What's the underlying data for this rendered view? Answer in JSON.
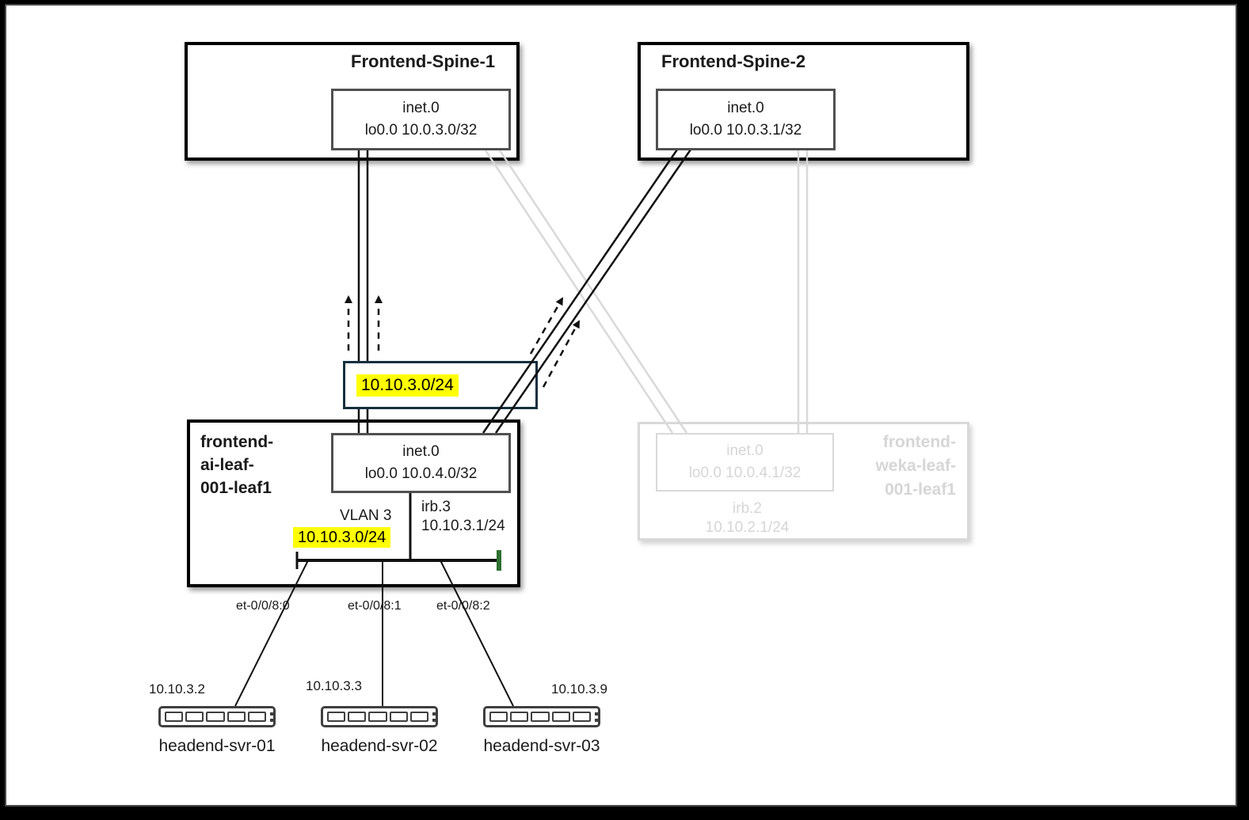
{
  "diagram": {
    "spine1": {
      "title": "Frontend-Spine-1",
      "table": "inet.0",
      "loopback": "lo0.0 10.0.3.0/32"
    },
    "spine2": {
      "title": "Frontend-Spine-2",
      "table": "inet.0",
      "loopback": "lo0.0 10.0.3.1/32"
    },
    "route_advertisement": {
      "prefix": "10.10.3.0/24"
    },
    "leaf1": {
      "title_line1": "frontend-",
      "title_line2": "ai-leaf-",
      "title_line3": "001-leaf1",
      "table": "inet.0",
      "loopback": "lo0.0 10.0.4.0/32",
      "vlan_label": "VLAN 3",
      "vlan_subnet": "10.10.3.0/24",
      "irb_name": "irb.3",
      "irb_ip": "10.10.3.1/24"
    },
    "weka_leaf": {
      "title_line1": "frontend-",
      "title_line2": "weka-leaf-",
      "title_line3": "001-leaf1",
      "table": "inet.0",
      "loopback": "lo0.0 10.0.4.1/32",
      "irb_name": "irb.2",
      "irb_ip": "10.10.2.1/24"
    },
    "interfaces": [
      {
        "label": "et-0/0/8:0"
      },
      {
        "label": "et-0/0/8:1"
      },
      {
        "label": "et-0/0/8:2"
      }
    ],
    "servers": [
      {
        "ip": "10.10.3.2",
        "name": "headend-svr-01"
      },
      {
        "ip": "10.10.3.3",
        "name": "headend-svr-02"
      },
      {
        "ip": "10.10.3.9",
        "name": "headend-svr-03"
      }
    ],
    "colors": {
      "highlight": "#ffff00",
      "route_box_border": "#14303f",
      "green_tick": "#2e7031",
      "inactive_gray": "#d9d9d9"
    }
  }
}
